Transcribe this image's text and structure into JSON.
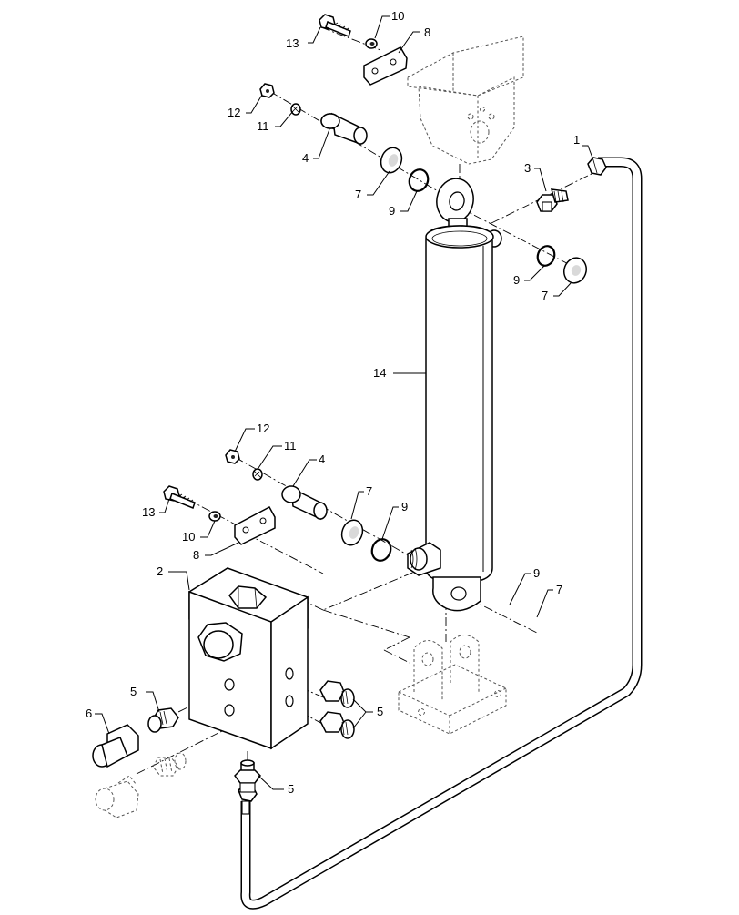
{
  "diagram": {
    "callouts": [
      {
        "id": "c13a",
        "text": "13"
      },
      {
        "id": "c10a",
        "text": "10"
      },
      {
        "id": "c8a",
        "text": "8"
      },
      {
        "id": "c12a",
        "text": "12"
      },
      {
        "id": "c11a",
        "text": "11"
      },
      {
        "id": "c4a",
        "text": "4"
      },
      {
        "id": "c7a",
        "text": "7"
      },
      {
        "id": "c9a",
        "text": "9"
      },
      {
        "id": "c1",
        "text": "1"
      },
      {
        "id": "c3",
        "text": "3"
      },
      {
        "id": "c9b",
        "text": "9"
      },
      {
        "id": "c7b",
        "text": "7"
      },
      {
        "id": "c14",
        "text": "14"
      },
      {
        "id": "c12b",
        "text": "12"
      },
      {
        "id": "c11b",
        "text": "11"
      },
      {
        "id": "c4b",
        "text": "4"
      },
      {
        "id": "c7c",
        "text": "7"
      },
      {
        "id": "c9c",
        "text": "9"
      },
      {
        "id": "c13b",
        "text": "13"
      },
      {
        "id": "c10b",
        "text": "10"
      },
      {
        "id": "c8b",
        "text": "8"
      },
      {
        "id": "c2",
        "text": "2"
      },
      {
        "id": "c9d",
        "text": "9"
      },
      {
        "id": "c7d",
        "text": "7"
      },
      {
        "id": "c5a",
        "text": "5"
      },
      {
        "id": "c6",
        "text": "6"
      },
      {
        "id": "c5b",
        "text": "5"
      },
      {
        "id": "c5c",
        "text": "5"
      }
    ]
  }
}
